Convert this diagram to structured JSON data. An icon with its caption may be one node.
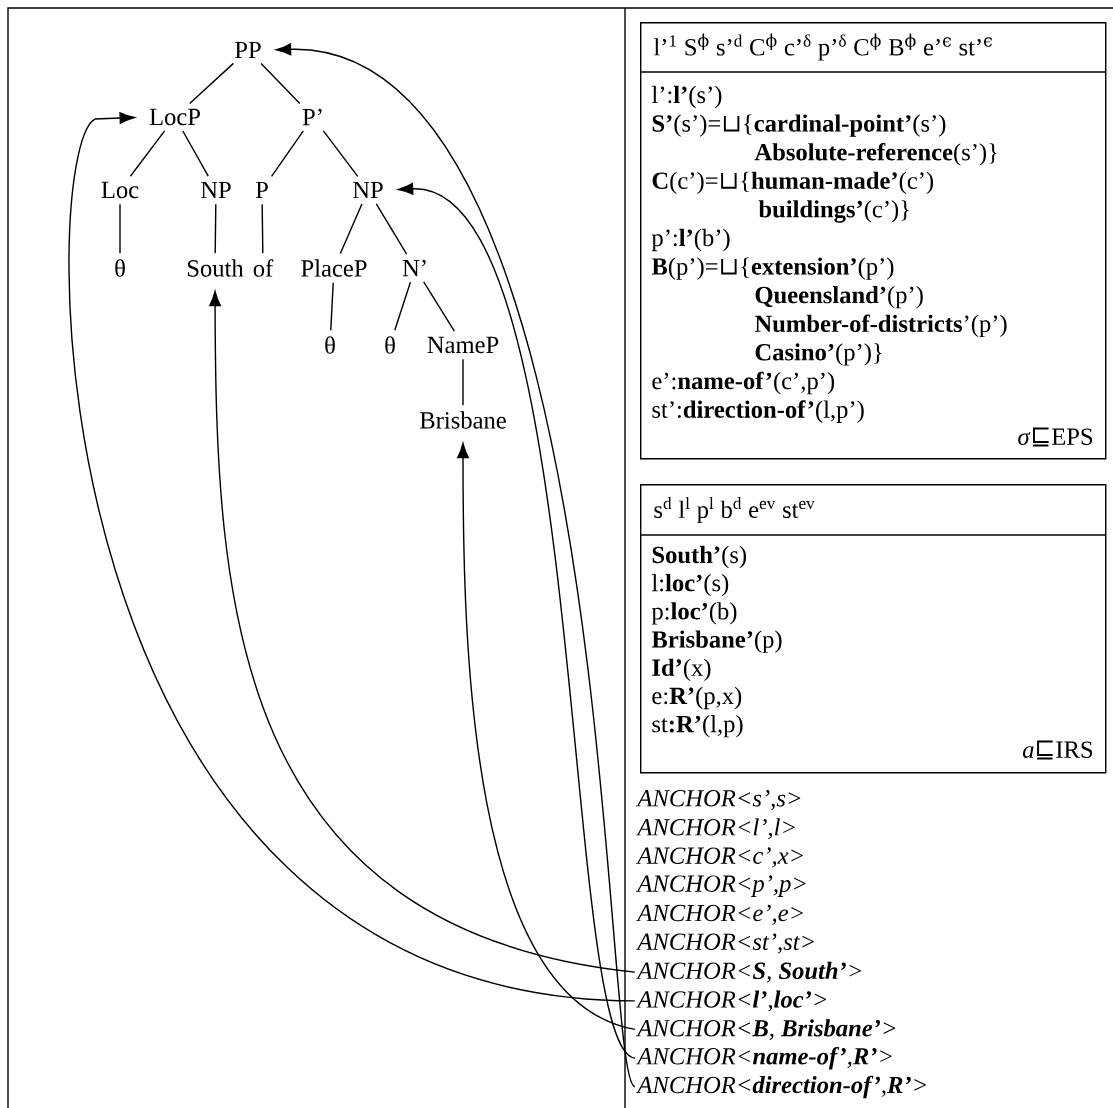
{
  "diagram": {
    "nodes": [
      {
        "text": [
          "PP"
        ]
      },
      {
        "text": [
          "LocP"
        ]
      },
      {
        "text": [
          "P’"
        ]
      },
      {
        "text": [
          "Loc"
        ]
      },
      {
        "text": [
          "NP"
        ]
      },
      {
        "text": [
          "P"
        ]
      },
      {
        "text": [
          "NP"
        ]
      },
      {
        "text": [
          "θ"
        ]
      },
      {
        "text": [
          "South"
        ]
      },
      {
        "text": [
          "of"
        ]
      },
      {
        "text": [
          "PlaceP"
        ]
      },
      {
        "text": [
          "N’"
        ]
      },
      {
        "text": [
          "θ"
        ]
      },
      {
        "text": [
          "θ"
        ]
      },
      {
        "text": [
          "NameP"
        ]
      },
      {
        "text": [
          "Brisbane"
        ]
      },
      {
        "text": [
          "l’$^{1}$ S$^{ϕ}$ s’$^{d}$ C$^{ϕ}$ c’$^{δ}$ p’$^{δ}$ C$^{ϕ}$ B$^{ϕ}$ e’$^{ϵ}$ st’$^{ϵ}$",
          "l’:**l’**(s’)",
          "**S’**(s’)=⊔{**cardinal-point’**(s’)",
          "**Absolute-reference**(s’)}",
          "**C**(c’)=⊔{**human-made’**(c’)",
          "**buildings’**(c’)}",
          "p’:**l’**(b’)",
          "**B**(p’)=⊔{**extension’**(p’)",
          "**Queensland’**(p’)",
          "**Number-of-districts**’(p’)",
          "**Casino’**(p’)}",
          "e’:**name-of’**(c’,p’)",
          "st’:**direction-of’**(l,p’)",
          "*σ*⊑EPS"
        ]
      },
      {
        "text": [
          "s$^{d}$ l$^{l}$ p$^{l}$ b$^{d}$ e$^{ev}$ st$^{ev}$",
          "**South’**(s)",
          "l:**loc’**(s)",
          "p:**loc’**(b)",
          "**Brisbane’**(p)",
          "**Id’**(x)",
          "e:**R’**(p,x)",
          "st**:R’**(l,p)",
          "*a*⊑IRS"
        ]
      },
      {
        "text": [
          "ANCHOR<**S**, **South’**>"
        ]
      },
      {
        "text": [
          "ANCHOR<**l’**,**loc’**>"
        ]
      },
      {
        "text": [
          "ANCHOR<**B**, **Brisbane’**>"
        ]
      },
      {
        "text": [
          "ANCHOR<**name-of’**,**R’**>"
        ]
      },
      {
        "text": [
          "ANCHOR<**direction-of’**,**R’**>"
        ]
      }
    ],
    "edges": [
      {
        "from": 0,
        "to": 1,
        "arrow": "none"
      },
      {
        "from": 0,
        "to": 2,
        "arrow": "none"
      },
      {
        "from": 1,
        "to": 3,
        "arrow": "none"
      },
      {
        "from": 1,
        "to": 4,
        "arrow": "none"
      },
      {
        "from": 2,
        "to": 5,
        "arrow": "none"
      },
      {
        "from": 2,
        "to": 6,
        "arrow": "none"
      },
      {
        "from": 3,
        "to": 7,
        "arrow": "none"
      },
      {
        "from": 4,
        "to": 8,
        "arrow": "none"
      },
      {
        "from": 5,
        "to": 9,
        "arrow": "none"
      },
      {
        "from": 6,
        "to": 10,
        "arrow": "none"
      },
      {
        "from": 6,
        "to": 11,
        "arrow": "none"
      },
      {
        "from": 10,
        "to": 12,
        "arrow": "none"
      },
      {
        "from": 11,
        "to": 13,
        "arrow": "none"
      },
      {
        "from": 11,
        "to": 14,
        "arrow": "none"
      },
      {
        "from": 14,
        "to": 15,
        "arrow": "none"
      },
      {
        "from": 18,
        "to": 8,
        "arrow": "to"
      },
      {
        "from": 19,
        "to": 1,
        "arrow": "to"
      },
      {
        "from": 20,
        "to": 15,
        "arrow": "to"
      },
      {
        "from": 21,
        "to": 6,
        "arrow": "to"
      },
      {
        "from": 22,
        "to": 0,
        "arrow": "to"
      }
    ],
    "labels": [
      "ANCHOR<s’,s>",
      "ANCHOR<l’,l>",
      "ANCHOR<c’,x>",
      "ANCHOR<p’,p>",
      "ANCHOR<e’,e>",
      "ANCHOR<st’,st>"
    ]
  }
}
